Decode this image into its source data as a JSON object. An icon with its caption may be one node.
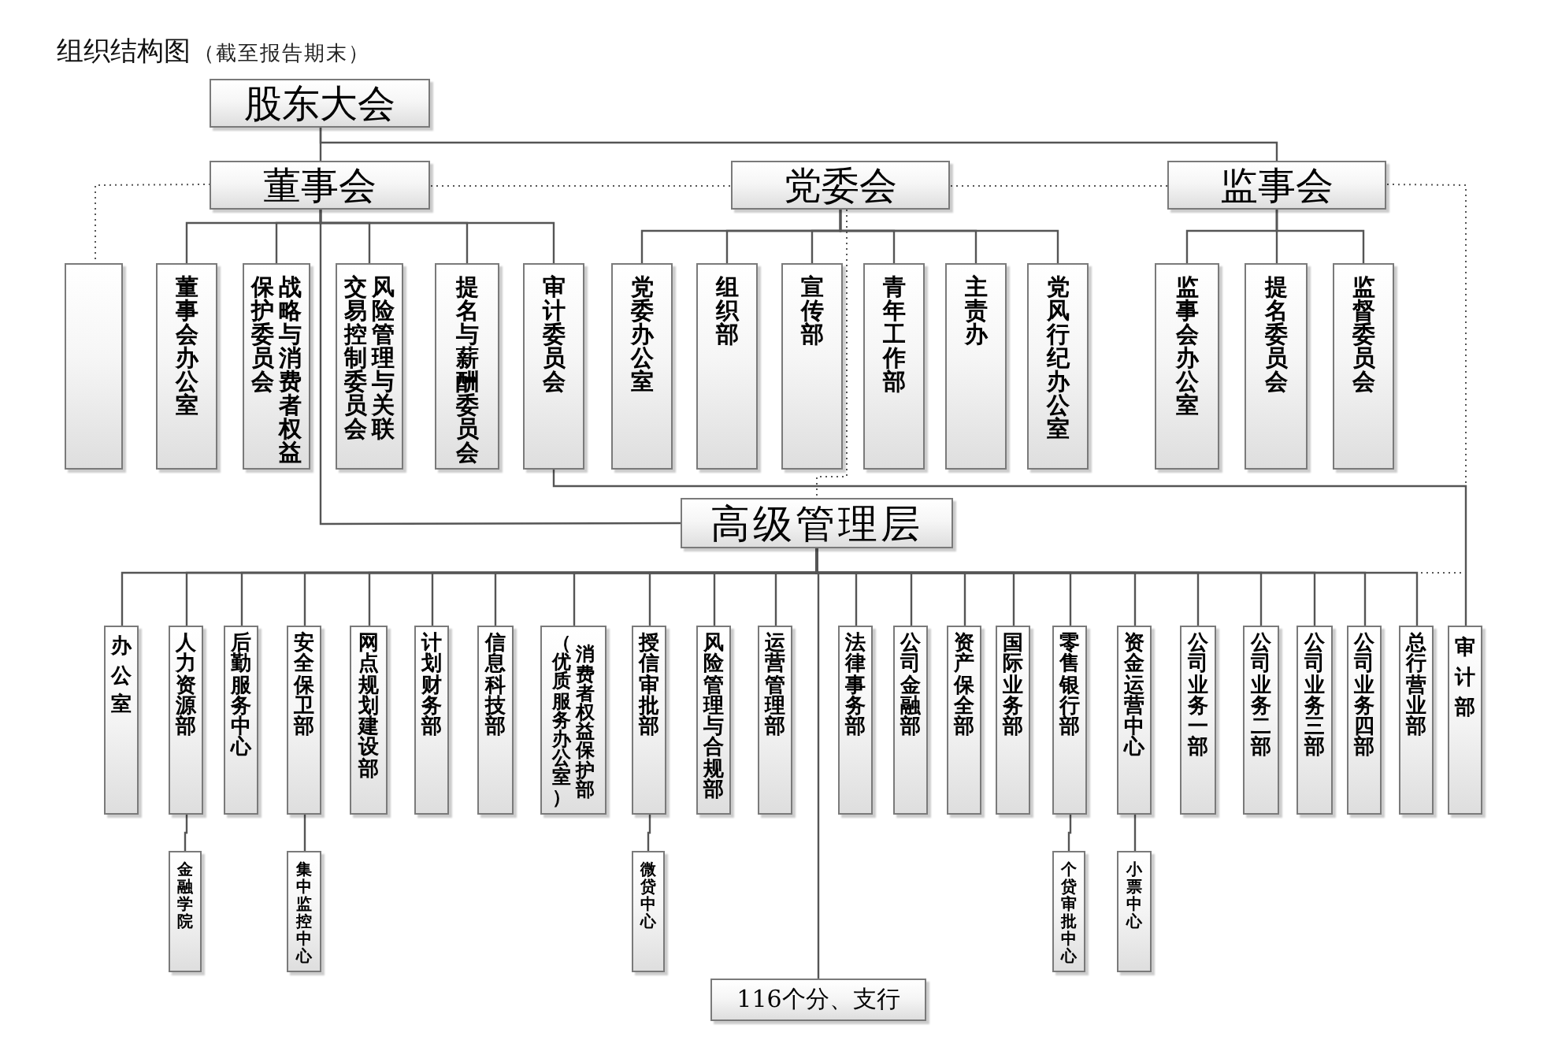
{
  "diagram": {
    "title": "组织结构图",
    "nodes": [
      {
        "text": [
          "股东大会"
        ]
      },
      {
        "text": [
          "董事会"
        ]
      },
      {
        "text": [
          "党委会"
        ]
      },
      {
        "text": [
          "监事会"
        ]
      },
      {
        "text": [],
        "shape": "box"
      },
      {
        "text": [
          "董事会办公室"
        ]
      },
      {
        "text": [
          "战略与消费者权益保护委员会"
        ]
      },
      {
        "text": [
          "风险管理与关联交易控制委员会"
        ]
      },
      {
        "text": [
          "提名与薪酬委员会"
        ]
      },
      {
        "text": [
          "审计委员会"
        ]
      },
      {
        "text": [
          "党委办公室"
        ]
      },
      {
        "text": [
          "组织部"
        ]
      },
      {
        "text": [
          "宣传部"
        ]
      },
      {
        "text": [
          "青年工作部"
        ]
      },
      {
        "text": [
          "主责办"
        ]
      },
      {
        "text": [
          "党风行纪办公室"
        ]
      },
      {
        "text": [
          "监事会办公室"
        ]
      },
      {
        "text": [
          "提名委员会"
        ]
      },
      {
        "text": [
          "监督委员会"
        ]
      },
      {
        "text": [
          "高级管理层"
        ]
      },
      {
        "text": [
          "办公室"
        ]
      },
      {
        "text": [
          "人力资源部"
        ]
      },
      {
        "text": [
          "后勤服务中心"
        ]
      },
      {
        "text": [
          "安全保卫部"
        ]
      },
      {
        "text": [
          "网点规划建设部"
        ]
      },
      {
        "text": [
          "计划财务部"
        ]
      },
      {
        "text": [
          "信息科技部"
        ]
      },
      {
        "text": [
          "消费者权益保护部（优质服务办公室）"
        ]
      },
      {
        "text": [
          "授信审批部"
        ]
      },
      {
        "text": [
          "风险管理与合规部"
        ]
      },
      {
        "text": [
          "运营管理部"
        ]
      },
      {
        "text": [
          "法律事务部"
        ]
      },
      {
        "text": [
          "公司金融部"
        ]
      },
      {
        "text": [
          "资产保全部"
        ]
      },
      {
        "text": [
          "国际业务部"
        ]
      },
      {
        "text": [
          "零售银行部"
        ]
      },
      {
        "text": [
          "资金运营中心"
        ]
      },
      {
        "text": [
          "公司业务一部"
        ]
      },
      {
        "text": [
          "公司业务二部"
        ]
      },
      {
        "text": [
          "公司业务三部"
        ]
      },
      {
        "text": [
          "公司业务四部"
        ]
      },
      {
        "text": [
          "总行营业部"
        ]
      },
      {
        "text": [
          "审计部"
        ]
      },
      {
        "text": [
          "金融学院"
        ]
      },
      {
        "text": [
          "集中监控中心"
        ]
      },
      {
        "text": [
          "微贷中心"
        ]
      },
      {
        "text": [
          "个贷审批中心"
        ]
      },
      {
        "text": [
          "小票中心"
        ]
      },
      {
        "text": [
          "116个分、支行"
        ]
      }
    ],
    "edges": [
      {
        "from": 0,
        "to": 1,
        "arrow": "none"
      },
      {
        "from": 0,
        "to": 3,
        "arrow": "none"
      },
      {
        "from": 1,
        "to": 4,
        "arrow": "none",
        "style": "dashed"
      },
      {
        "from": 1,
        "to": 5,
        "arrow": "none"
      },
      {
        "from": 1,
        "to": 6,
        "arrow": "none"
      },
      {
        "from": 1,
        "to": 7,
        "arrow": "none"
      },
      {
        "from": 1,
        "to": 8,
        "arrow": "none"
      },
      {
        "from": 1,
        "to": 9,
        "arrow": "none"
      },
      {
        "from": 1,
        "to": 19,
        "arrow": "none"
      },
      {
        "from": 1,
        "to": 2,
        "arrow": "none",
        "style": "dashed"
      },
      {
        "from": 2,
        "to": 3,
        "arrow": "none",
        "style": "dashed"
      },
      {
        "from": 2,
        "to": 10,
        "arrow": "none"
      },
      {
        "from": 2,
        "to": 11,
        "arrow": "none"
      },
      {
        "from": 2,
        "to": 12,
        "arrow": "none"
      },
      {
        "from": 2,
        "to": 13,
        "arrow": "none"
      },
      {
        "from": 2,
        "to": 14,
        "arrow": "none"
      },
      {
        "from": 2,
        "to": 15,
        "arrow": "none"
      },
      {
        "from": 3,
        "to": 16,
        "arrow": "none"
      },
      {
        "from": 3,
        "to": 17,
        "arrow": "none"
      },
      {
        "from": 3,
        "to": 18,
        "arrow": "none"
      },
      {
        "from": 2,
        "to": 19,
        "arrow": "none",
        "style": "dashed"
      },
      {
        "from": 9,
        "to": 42,
        "arrow": "none"
      },
      {
        "from": 3,
        "to": 42,
        "arrow": "none",
        "style": "dashed"
      },
      {
        "from": 19,
        "to": 20,
        "arrow": "none"
      },
      {
        "from": 19,
        "to": 21,
        "arrow": "none"
      },
      {
        "from": 19,
        "to": 22,
        "arrow": "none"
      },
      {
        "from": 19,
        "to": 23,
        "arrow": "none"
      },
      {
        "from": 19,
        "to": 24,
        "arrow": "none"
      },
      {
        "from": 19,
        "to": 25,
        "arrow": "none"
      },
      {
        "from": 19,
        "to": 26,
        "arrow": "none"
      },
      {
        "from": 19,
        "to": 27,
        "arrow": "none"
      },
      {
        "from": 19,
        "to": 28,
        "arrow": "none"
      },
      {
        "from": 19,
        "to": 29,
        "arrow": "none"
      },
      {
        "from": 19,
        "to": 30,
        "arrow": "none"
      },
      {
        "from": 19,
        "to": 31,
        "arrow": "none"
      },
      {
        "from": 19,
        "to": 32,
        "arrow": "none"
      },
      {
        "from": 19,
        "to": 33,
        "arrow": "none"
      },
      {
        "from": 19,
        "to": 34,
        "arrow": "none"
      },
      {
        "from": 19,
        "to": 35,
        "arrow": "none"
      },
      {
        "from": 19,
        "to": 36,
        "arrow": "none"
      },
      {
        "from": 19,
        "to": 37,
        "arrow": "none"
      },
      {
        "from": 19,
        "to": 38,
        "arrow": "none"
      },
      {
        "from": 19,
        "to": 39,
        "arrow": "none"
      },
      {
        "from": 19,
        "to": 40,
        "arrow": "none"
      },
      {
        "from": 19,
        "to": 41,
        "arrow": "none"
      },
      {
        "from": 19,
        "to": 42,
        "arrow": "none",
        "style": "dashed"
      },
      {
        "from": 19,
        "to": 48,
        "arrow": "none"
      },
      {
        "from": 21,
        "to": 43,
        "arrow": "none"
      },
      {
        "from": 23,
        "to": 44,
        "arrow": "none"
      },
      {
        "from": 28,
        "to": 45,
        "arrow": "none"
      },
      {
        "from": 35,
        "to": 46,
        "arrow": "none"
      },
      {
        "from": 36,
        "to": 47,
        "arrow": "none"
      }
    ],
    "labels": [
      "（截至报告期末）"
    ]
  }
}
